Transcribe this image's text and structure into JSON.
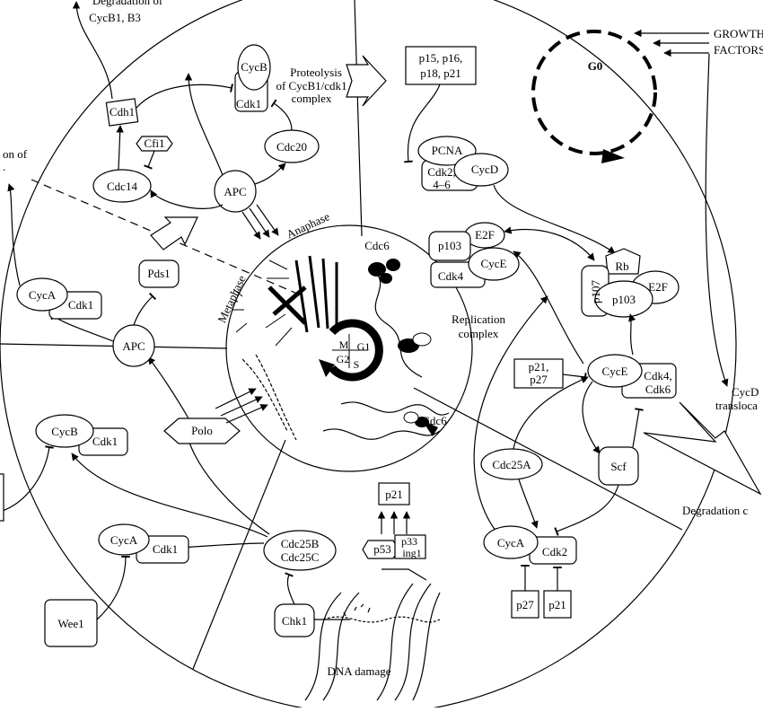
{
  "labels": {
    "degradation_cycb": [
      "Degradation of",
      "CycB1, B3"
    ],
    "degradation_cut": [
      "on of",
      "."
    ],
    "growth_factors": [
      "GROWTH",
      "FACTORS"
    ],
    "g0": "G0",
    "proteolysis": [
      "Proteolysis",
      "of CycB1/cdk1",
      "complex"
    ],
    "p15_box": [
      "p15, p16,",
      "p18, p21"
    ],
    "pcna": "PCNA",
    "cdk2_46": [
      "Cdk2,",
      "4–6"
    ],
    "cycd": "CycD",
    "cycb": "CycB",
    "cdk1": "Cdk1",
    "cdh1": "Cdh1",
    "cfi1": "Cfi1",
    "cdc20": "Cdc20",
    "cdc14": "Cdc14",
    "apc": "APC",
    "anaphase": "Anaphase",
    "metaphase": "Metaphase",
    "cdc6": "Cdc6",
    "p103": "p103",
    "e2f": "E2F",
    "cdk4": "Cdk4",
    "cyce": "CycE",
    "rb": "Rb",
    "p107": "p107",
    "replication_complex": [
      "Replication",
      "complex"
    ],
    "pds1": "Pds1",
    "cyca": "CycA",
    "m": "M",
    "g1": "G1",
    "g2": "G2",
    "s": "S",
    "p21_p27_box": [
      "p21,",
      "p27"
    ],
    "cdk46": [
      "Cdk4,",
      "Cdk6"
    ],
    "cycd_trans": [
      "CycD",
      "transloca"
    ],
    "polo": "Polo",
    "scf": "Scf",
    "cdc25a": "Cdc25A",
    "degradation_c": "Degradation c",
    "p21": "p21",
    "p53": "p53",
    "p33": "p33",
    "ing1": "ing1",
    "cdc25b": "Cdc25B",
    "cdc25c": "Cdc25C",
    "cdk2": "Cdk2",
    "chk1": "Chk1",
    "wee1": "Wee1",
    "p27": "p27",
    "dna_damage": "DNA damage"
  }
}
